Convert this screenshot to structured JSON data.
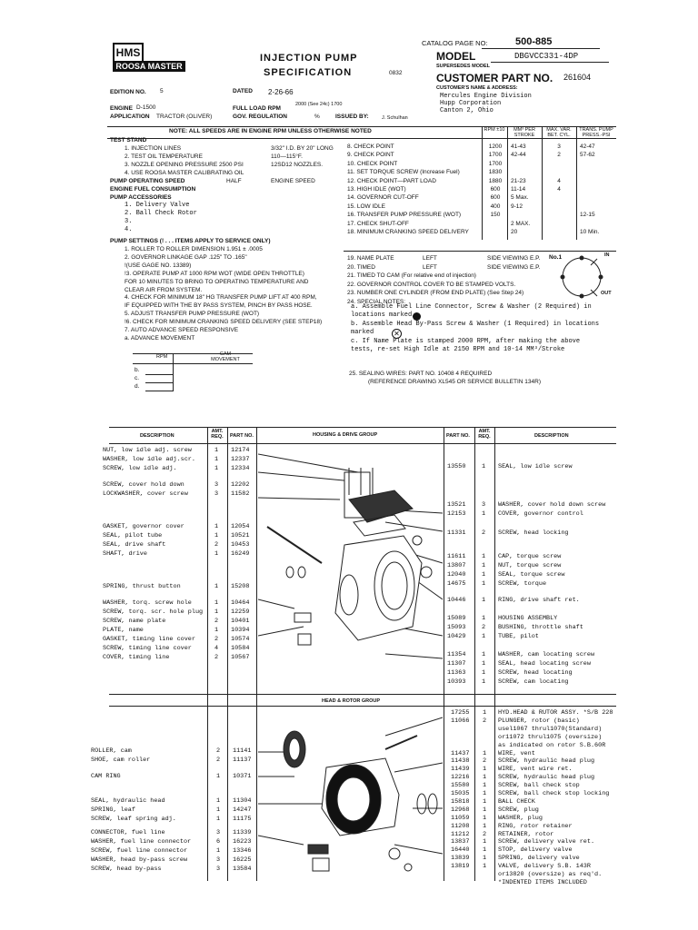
{
  "header": {
    "logo_box": "HMS",
    "logo_band": "ROOSA MASTER",
    "title_1": "INJECTION PUMP",
    "title_2": "SPECIFICATION",
    "code": "0832",
    "catalog_label": "CATALOG PAGE NO:",
    "catalog_value": "500-885",
    "model_label": "MODEL",
    "model_value": "DBGVCC331-4DP",
    "supersedes": "SUPERSEDES MODEL",
    "customer_part_label": "CUSTOMER PART NO.",
    "customer_part_value": "261604",
    "customer_name_label": "CUSTOMER'S NAME & ADDRESS:",
    "customer_lines": [
      "Mercules Engine Division",
      "Hupp Corporation",
      "Canton 2, Ohio"
    ],
    "edition_label": "EDITION NO.",
    "edition_value": "5",
    "dated_label": "DATED",
    "dated_value": "2-26-66",
    "engine_label": "ENGINE",
    "engine_value": "D-1500",
    "application_label": "APPLICATION",
    "application_value": "TRACTOR (OLIVER)",
    "full_load_label": "FULL LOAD RPM",
    "full_load_value": "2000 (See 24c) 1700",
    "gov_reg_label": "GOV. REGULATION",
    "gov_reg_value": "%",
    "issued_label": "ISSUED BY:",
    "issued_value": "J. Schulhan"
  },
  "spec": {
    "note": "NOTE: ALL SPEEDS ARE IN ENGINE RPM UNLESS OTHERWISE NOTED",
    "col_headers": [
      "RPM ±10",
      "MM³ PER STROKE",
      "MAX. VAR. BET. CYL.",
      "TRANS. PUMP PRESS.-PSI"
    ],
    "test_stand": "TEST STAND",
    "test_items": [
      "1. INJECTION LINES",
      "2. TEST OIL TEMPERATURE",
      "3. NOZZLE OPENING PRESSURE  2500 PSI",
      "4. USE ROOSA MASTER CALIBRATING OIL"
    ],
    "test_values": [
      "3/32\" I.D. BY 20\" LONG",
      "110—115°F.",
      "12SD12 NOZZLES."
    ],
    "pump_speed_label": "PUMP OPERATING SPEED",
    "pump_speed_value": "HALF",
    "pump_speed_unit": "ENGINE SPEED",
    "fuel_consumption": "ENGINE FUEL CONSUMPTION",
    "accessories": "PUMP ACCESSORIES",
    "accessory_items": [
      "1.  Delivery Valve",
      "2.  Ball Check Rotor",
      "3.",
      "4."
    ],
    "checkpoints": [
      {
        "label": "8. CHECK POINT",
        "rpm": "1200",
        "mm3": "41-43",
        "var": "3",
        "press": "42-47"
      },
      {
        "label": "9. CHECK POINT",
        "rpm": "1700",
        "mm3": "42-44",
        "var": "2",
        "press": "57-62"
      },
      {
        "label": "10. CHECK POINT",
        "rpm": "",
        "mm3": "",
        "var": "",
        "press": ""
      },
      {
        "label": "11. SET TORQUE SCREW (Increase Fuel)",
        "rpm": "",
        "mm3": "",
        "var": "",
        "press": ""
      },
      {
        "label": "12. CHECK POINT—PART LOAD",
        "rpm": "1700",
        "mm3": "21-23",
        "var": "4",
        "press": ""
      },
      {
        "label": "13. HIGH IDLE (WOT)",
        "rpm": "1830",
        "mm3": "11-14",
        "var": "4",
        "press": ""
      },
      {
        "label": "14. GOVERNOR CUT-OFF",
        "rpm": "1880",
        "mm3": "5  Max.",
        "var": "",
        "press": ""
      },
      {
        "label": "15. LOW IDLE",
        "rpm": "600",
        "mm3": "9-12",
        "var": "",
        "press": ""
      },
      {
        "label": "16. TRANSFER PUMP PRESSURE (WOT)",
        "rpm": "600",
        "mm3": "",
        "var": "",
        "press": "12-15"
      },
      {
        "label": "17. CHECK SHUT-OFF",
        "rpm": "400",
        "mm3": "2  MAX.",
        "var": "",
        "press": ""
      },
      {
        "label": "18. MINIMUM CRANKING SPEED DELIVERY",
        "rpm": "150",
        "mm3": "20",
        "var": "",
        "press": "10 Min."
      }
    ],
    "settings_title": "PUMP SETTINGS (! . . . ITEMS APPLY TO SERVICE ONLY)",
    "settings": [
      "1. ROLLER TO ROLLER DIMENSION  1.951   ±  .0005",
      "2. GOVERNOR LINKAGE GAP                    .125\" TO .165\"",
      "   !(USE GAGE NO. 13389)",
      "!3. OPERATE PUMP AT 1000 RPM WOT (WIDE OPEN THROTTLE)",
      "    FOR 10 MINUTES TO BRING TO OPERATING TEMPERATURE AND",
      "    CLEAR AIR FROM SYSTEM.",
      "4. CHECK FOR MINIMUM 18\" HG TRANSFER PUMP LIFT AT 400 RPM,",
      "    IF EQUIPPED WITH THE BY PASS SYSTEM, PINCH BY PASS HOSE.",
      "5. ADJUST TRANSFER PUMP PRESSURE (WOT)",
      "!6. CHECK FOR MINIMUM CRANKING SPEED DELIVERY (SEE STEP18)",
      "7. AUTO ADVANCE            SPEED RESPONSIVE",
      "   a. ADVANCE MOVEMENT"
    ],
    "advance_headers": [
      "RPM",
      "CAM MOVEMENT"
    ],
    "advance_rows": [
      "b.",
      "c.",
      "d."
    ],
    "right_settings": [
      {
        "label": "19. NAME PLATE",
        "value": "LEFT",
        "extra": "SIDE VIEWING E.P."
      },
      {
        "label": "20. TIMED",
        "value": "LEFT",
        "extra": "SIDE VIEWING E.P."
      },
      {
        "label": "21. TIMED TO  CAM (For relative end of injection)",
        "value": "",
        "extra": ""
      },
      {
        "label": "22. GOVERNOR CONTROL COVER TO BE STAMPED         VOLTS.",
        "value": "",
        "extra": ""
      },
      {
        "label": "23. NUMBER ONE CYLINDER (FROM END PLATE)  (See Step 24)",
        "value": "",
        "extra": ""
      },
      {
        "label": "24. SPECIAL NOTES:",
        "value": "",
        "extra": ""
      }
    ],
    "no1": "No.1",
    "in": "IN",
    "out": "OUT",
    "special_notes": [
      "a. Assemble Fuel Line Connector, Screw & Washer (2 Required) in",
      "   locations marked",
      "b. Assemble Head By-Pass Screw & Washer (1 Required) in locations",
      "   marked",
      "c. If Name Plate is stamped 2000 RPM, after making the above",
      "   tests, re-set High Idle at 2150 RPM and 10-14 MM³/Stroke"
    ],
    "sealing": "25. SEALING WIRES:  PART NO. 10408   4   REQUIRED",
    "sealing_ref": "(REFERENCE DRAWING XL545 OR SERVICE BULLETIN 134R)"
  },
  "parts": {
    "headers": {
      "desc": "DESCRIPTION",
      "amt": "AMT. REQ.",
      "part": "PART NO.",
      "group1": "HOUSING & DRIVE GROUP",
      "group2": "HEAD & ROTOR GROUP"
    },
    "left_housing": [
      {
        "desc": "NUT, low idle adj. screw",
        "amt": "1",
        "part": "12174"
      },
      {
        "desc": "WASHER, low idle adj.scr.",
        "amt": "1",
        "part": "12337"
      },
      {
        "desc": "SCREW, low idle adj.",
        "amt": "1",
        "part": "12334"
      },
      {
        "desc": "SCREW, cover hold down",
        "amt": "3",
        "part": "12202"
      },
      {
        "desc": "LOCKWASHER, cover screw",
        "amt": "3",
        "part": "11582"
      },
      {
        "desc": "GASKET, governor cover",
        "amt": "1",
        "part": "12054"
      },
      {
        "desc": "SEAL, pilot tube",
        "amt": "1",
        "part": "10521"
      },
      {
        "desc": "SEAL, drive shaft",
        "amt": "2",
        "part": "10453"
      },
      {
        "desc": "SHAFT, drive",
        "amt": "1",
        "part": "16249"
      },
      {
        "desc": "SPRING, thrust button",
        "amt": "1",
        "part": "15208"
      },
      {
        "desc": "WASHER, torq. screw hole",
        "amt": "1",
        "part": "10464"
      },
      {
        "desc": "SCREW, torq. scr. hole plug",
        "amt": "1",
        "part": "12259"
      },
      {
        "desc": "SCREW, name plate",
        "amt": "2",
        "part": "10401"
      },
      {
        "desc": "PLATE, name",
        "amt": "1",
        "part": "10394"
      },
      {
        "desc": "GASKET, timing line cover",
        "amt": "2",
        "part": "10574"
      },
      {
        "desc": "SCREW, timing line cover",
        "amt": "4",
        "part": "10584"
      },
      {
        "desc": "COVER, timing line",
        "amt": "2",
        "part": "10567"
      }
    ],
    "right_housing": [
      {
        "part": "13550",
        "amt": "1",
        "desc": "SEAL, low idle screw"
      },
      {
        "part": "13521",
        "amt": "3",
        "desc": "WASHER, cover hold down screw"
      },
      {
        "part": "12153",
        "amt": "1",
        "desc": "COVER, governor control"
      },
      {
        "part": "11331",
        "amt": "2",
        "desc": "SCREW, head locking"
      },
      {
        "part": "11611",
        "amt": "1",
        "desc": "CAP, torque screw"
      },
      {
        "part": "13807",
        "amt": "1",
        "desc": "NUT, torque screw"
      },
      {
        "part": "12040",
        "amt": "1",
        "desc": "SEAL, torque screw"
      },
      {
        "part": "14675",
        "amt": "1",
        "desc": "SCREW, torque"
      },
      {
        "part": "10446",
        "amt": "1",
        "desc": "RING, drive shaft ret."
      },
      {
        "part": "15089",
        "amt": "1",
        "desc": "HOUSING ASSEMBLY"
      },
      {
        "part": "15093",
        "amt": "2",
        "desc": "  BUSHING, throttle shaft"
      },
      {
        "part": "10429",
        "amt": "1",
        "desc": "  TUBE, pilot"
      },
      {
        "part": "11354",
        "amt": "1",
        "desc": "WASHER, cam locating screw"
      },
      {
        "part": "11307",
        "amt": "1",
        "desc": "SEAL, head locating screw"
      },
      {
        "part": "11363",
        "amt": "1",
        "desc": "SCREW, head locating"
      },
      {
        "part": "10393",
        "amt": "1",
        "desc": "SCREW, cam locating"
      }
    ],
    "left_rotor": [
      {
        "desc": "ROLLER, cam",
        "amt": "2",
        "part": "11141"
      },
      {
        "desc": "SHOE, cam roller",
        "amt": "2",
        "part": "11137"
      },
      {
        "desc": "CAM RING",
        "amt": "1",
        "part": "10371"
      },
      {
        "desc": "SEAL, hydraulic head",
        "amt": "1",
        "part": "11304"
      },
      {
        "desc": "SPRING, leaf",
        "amt": "1",
        "part": "14247"
      },
      {
        "desc": "SCREW, leaf spring adj.",
        "amt": "1",
        "part": "11175"
      },
      {
        "desc": "CONNECTOR, fuel line",
        "amt": "3",
        "part": "11339"
      },
      {
        "desc": "WASHER, fuel line connector",
        "amt": "6",
        "part": "16223"
      },
      {
        "desc": "SCREW, fuel line connector",
        "amt": "1",
        "part": "13346"
      },
      {
        "desc": "WASHER, head by-pass screw",
        "amt": "3",
        "part": "16225"
      },
      {
        "desc": "SCREW, head by-pass",
        "amt": "3",
        "part": "13584"
      }
    ],
    "right_rotor": [
      {
        "part": "17255",
        "amt": "1",
        "desc": "HYD.HEAD & RUTOR ASSY. *S/B 228"
      },
      {
        "part": "11066",
        "amt": "2",
        "desc": "  PLUNGER, rotor (basic)"
      },
      {
        "part": "",
        "amt": "",
        "desc": "usel1067  thrul1070(Standard)"
      },
      {
        "part": "",
        "amt": "",
        "desc": "or11072  thrul1075 (oversize)"
      },
      {
        "part": "",
        "amt": "",
        "desc": "as indicated on rotor S.B.60R"
      },
      {
        "part": "11437",
        "amt": "1",
        "desc": "  WIRE, vent"
      },
      {
        "part": "11438",
        "amt": "2",
        "desc": "  SCREW, hydraulic head plug"
      },
      {
        "part": "11439",
        "amt": "1",
        "desc": "  WIRE, vent wire ret."
      },
      {
        "part": "12216",
        "amt": "1",
        "desc": "  SCREW, hydraulic head plug"
      },
      {
        "part": "15580",
        "amt": "1",
        "desc": "  SCREW, ball check stop"
      },
      {
        "part": "15035",
        "amt": "1",
        "desc": "  SCREW, ball check stop locking"
      },
      {
        "part": "15818",
        "amt": "1",
        "desc": "  BALL CHECK"
      },
      {
        "part": "12968",
        "amt": "1",
        "desc": "  SCREW, plug"
      },
      {
        "part": "11059",
        "amt": "1",
        "desc": "  WASHER, plug"
      },
      {
        "part": "11208",
        "amt": "1",
        "desc": "RING, rotor retainer"
      },
      {
        "part": "11212",
        "amt": "2",
        "desc": "RETAINER, rotor"
      },
      {
        "part": "13837",
        "amt": "1",
        "desc": "SCREW, delivery valve ret."
      },
      {
        "part": "16440",
        "amt": "1",
        "desc": "STOP, delivery valve"
      },
      {
        "part": "13839",
        "amt": "1",
        "desc": "SPRING, delivery valve"
      },
      {
        "part": "13819",
        "amt": "1",
        "desc": "VALVE, delivery S.B. 143R"
      },
      {
        "part": "",
        "amt": "",
        "desc": "or13820  (oversize) as req'd."
      },
      {
        "part": "",
        "amt": "",
        "desc": "*INDENTED ITEMS INCLUDED"
      }
    ]
  }
}
